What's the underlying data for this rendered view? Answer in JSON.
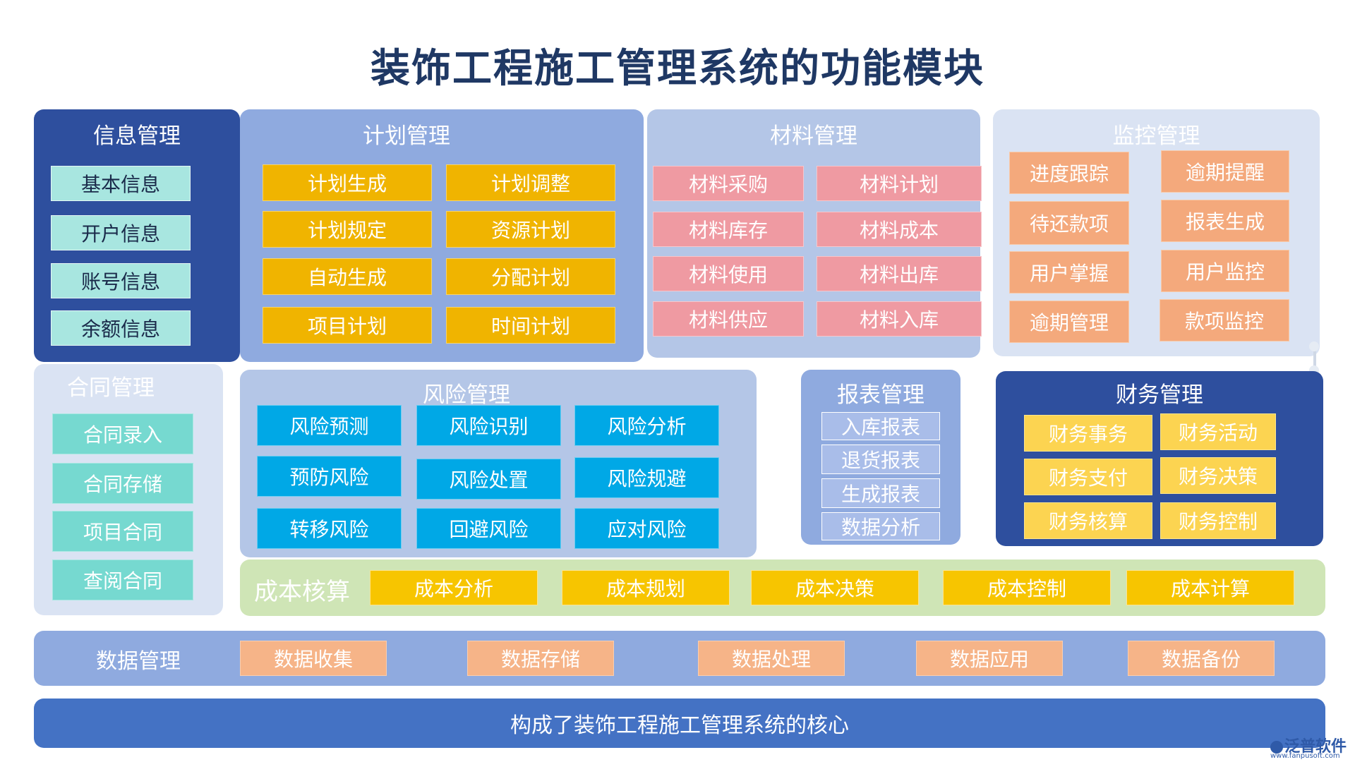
{
  "title": "装饰工程施工管理系统的功能模块",
  "info": {
    "title": "信息管理",
    "items": [
      "基本信息",
      "开户信息",
      "账号信息",
      "余额信息"
    ]
  },
  "plan": {
    "title": "计划管理",
    "items": [
      "计划生成",
      "计划调整",
      "计划规定",
      "资源计划",
      "自动生成",
      "分配计划",
      "项目计划",
      "时间计划"
    ]
  },
  "material": {
    "title": "材料管理",
    "items": [
      "材料采购",
      "材料计划",
      "材料库存",
      "材料成本",
      "材料使用",
      "材料出库",
      "材料供应",
      "材料入库"
    ]
  },
  "monitor": {
    "title": "监控管理",
    "items": [
      "进度跟踪",
      "逾期提醒",
      "待还款项",
      "报表生成",
      "用户掌握",
      "用户监控",
      "逾期管理",
      "款项监控"
    ]
  },
  "contract": {
    "title": "合同管理",
    "items": [
      "合同录入",
      "合同存储",
      "项目合同",
      "查阅合同"
    ]
  },
  "risk": {
    "title": "风险管理",
    "items": [
      "风险预测",
      "风险识别",
      "风险分析",
      "预防风险",
      "风险处置",
      "风险规避",
      "转移风险",
      "回避风险",
      "应对风险"
    ]
  },
  "report": {
    "title": "报表管理",
    "items": [
      "入库报表",
      "退货报表",
      "生成报表",
      "数据分析"
    ]
  },
  "finance": {
    "title": "财务管理",
    "items": [
      "财务事务",
      "财务活动",
      "财务支付",
      "财务决策",
      "财务核算",
      "财务控制"
    ]
  },
  "cost": {
    "title": "成本核算",
    "items": [
      "成本分析",
      "成本规划",
      "成本决策",
      "成本控制",
      "成本计算"
    ]
  },
  "data": {
    "title": "数据管理",
    "items": [
      "数据收集",
      "数据存储",
      "数据处理",
      "数据应用",
      "数据备份"
    ]
  },
  "footer": {
    "text": "构成了装饰工程施工管理系统的核心"
  },
  "watermark": {
    "brand": "泛普软件",
    "url": "www.fanpusoft.com"
  }
}
